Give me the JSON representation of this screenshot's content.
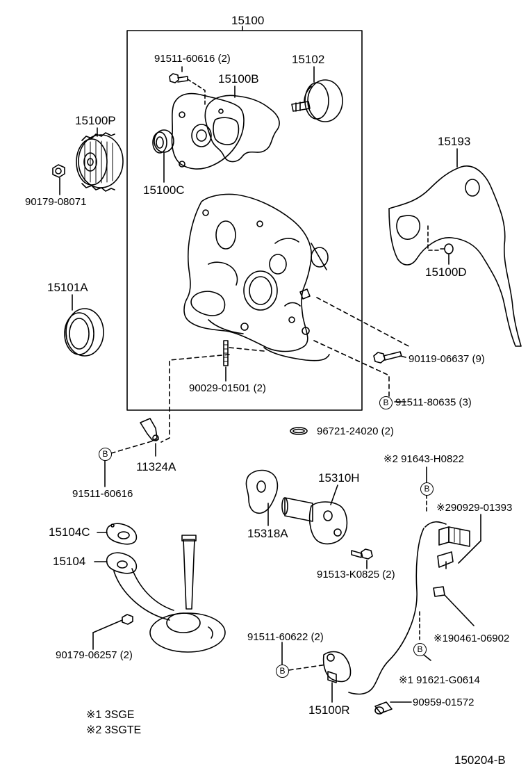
{
  "assembly": {
    "number": "15100"
  },
  "parts": {
    "p15100P": "15100P",
    "p90179_08071": "90179-08071",
    "p91511_60616_top": "91511-60616 (2)",
    "p15100B": "15100B",
    "p15102": "15102",
    "p15100C": "15100C",
    "p15193": "15193",
    "p15100D": "15100D",
    "p15101A": "15101A",
    "p90119_06637": "90119-06637 (9)",
    "p91511_80635": "91511-80635 (3)",
    "p90029_01501": "90029-01501 (2)",
    "p96721_24020": "96721-24020 (2)",
    "p11324A": "11324A",
    "p91511_60616_bot": "91511-60616",
    "p91643_H0822": "※2 91643-H0822",
    "p15310H": "15310H",
    "p90929_01393": "※290929-01393",
    "p15318A": "15318A",
    "p91513_K0825": "91513-K0825 (2)",
    "p15104C": "15104C",
    "p15104": "15104",
    "p190461_06902": "※190461-06902",
    "p91511_60622": "91511-60622 (2)",
    "p91621_G0614": "※1 91621-G0614",
    "p90179_06257": "90179-06257 (2)",
    "p15100R": "15100R",
    "p90959_01572": "90959-01572"
  },
  "badge_letter": "B",
  "notes": {
    "note1": "※1 3SGE",
    "note2": "※2 3SGTE"
  },
  "diagram_code": "150204-B"
}
